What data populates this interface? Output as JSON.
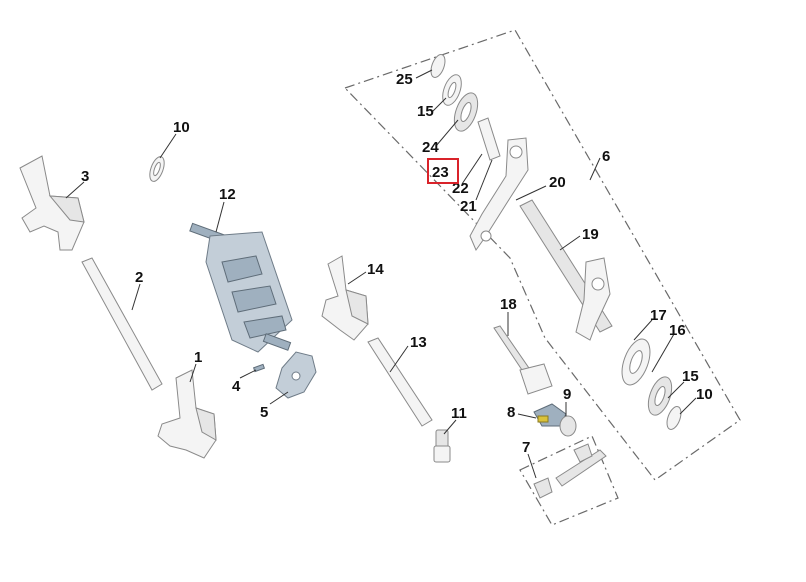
{
  "callouts": {
    "p1": "1",
    "p2": "2",
    "p3": "3",
    "p4": "4",
    "p5": "5",
    "p6": "6",
    "p7": "7",
    "p8": "8",
    "p9": "9",
    "p10a": "10",
    "p10b": "10",
    "p11": "11",
    "p12": "12",
    "p13": "13",
    "p14": "14",
    "p15a": "15",
    "p15b": "15",
    "p16": "16",
    "p17": "17",
    "p18": "18",
    "p19": "19",
    "p20": "20",
    "p21": "21",
    "p22": "22",
    "p23": "23",
    "p24": "24",
    "p25": "25"
  },
  "highlight": {
    "callout": "23",
    "color": "#d9232a"
  }
}
